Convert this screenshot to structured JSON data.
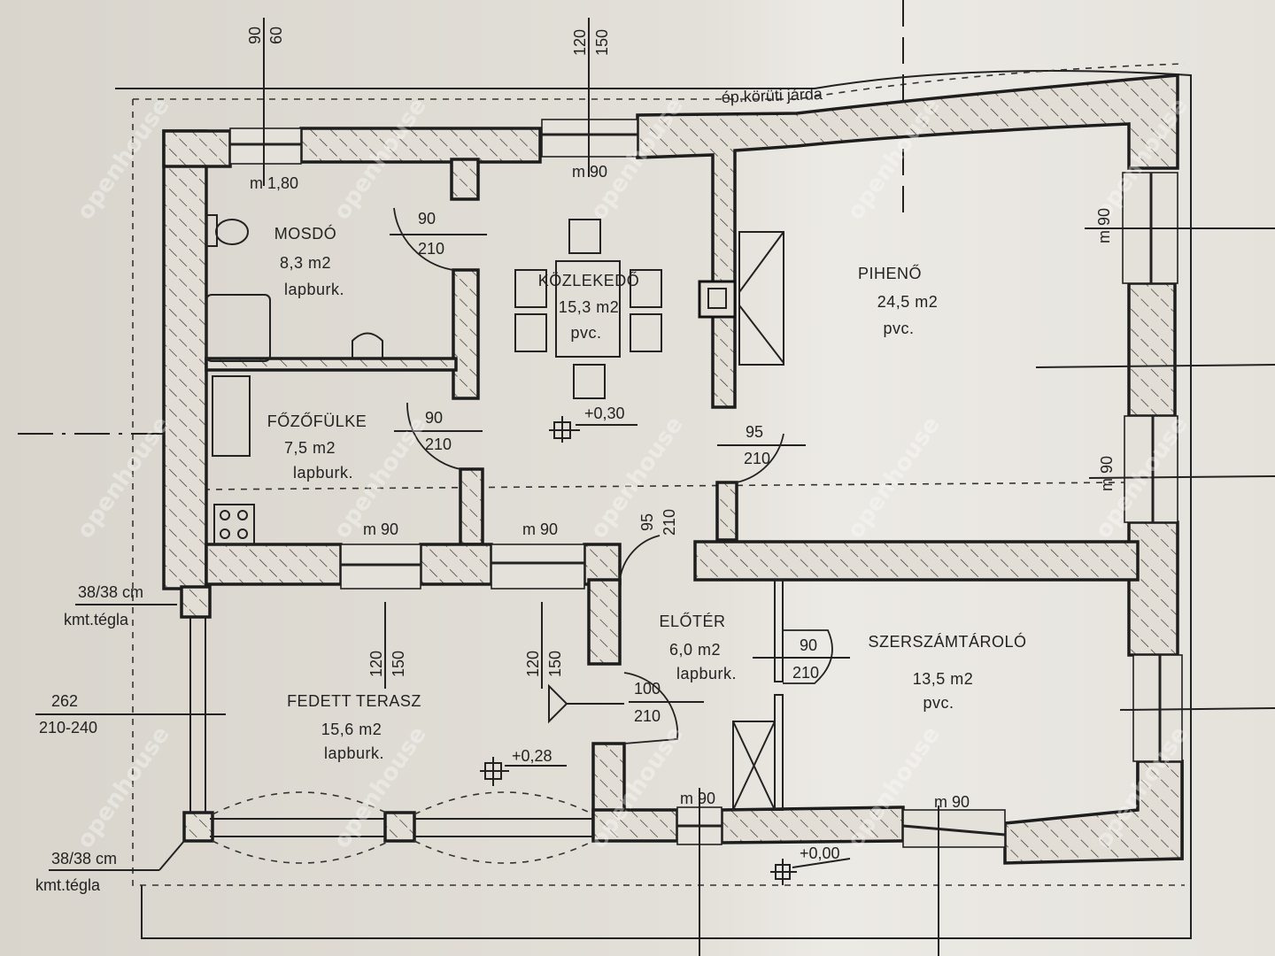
{
  "rooms": [
    {
      "name": "MOSDÓ",
      "area": "8,3 m2",
      "floor": "lapburk."
    },
    {
      "name": "KÖZLEKEDŐ",
      "area": "15,3 m2",
      "floor": "pvc."
    },
    {
      "name": "PIHENŐ",
      "area": "24,5 m2",
      "floor": "pvc."
    },
    {
      "name": "FŐZŐFÜLKE",
      "area": "7,5 m2",
      "floor": "lapburk."
    },
    {
      "name": "ELŐTÉR",
      "area": "6,0 m2",
      "floor": "lapburk."
    },
    {
      "name": "SZERSZÁMTÁROLÓ",
      "area": "13,5 m2",
      "floor": "pvc."
    },
    {
      "name": "FEDETT TERASZ",
      "area": "15,6 m2",
      "floor": "lapburk."
    }
  ],
  "windows": {
    "top_left": {
      "width": "90",
      "height": "60",
      "label": "m 1,80"
    },
    "top_mid": {
      "width": "120",
      "height": "150",
      "label": "m 90"
    },
    "right_upper": "m 90",
    "right_lower": "m 90",
    "bottom_left": "m 90",
    "bottom_mid": "m 90",
    "entry": "m 90",
    "storage": "m 90",
    "terrace_a": {
      "width": "120",
      "height": "150"
    },
    "terrace_b": {
      "width": "120",
      "height": "150"
    }
  },
  "doors": [
    {
      "width": "90",
      "height": "210"
    },
    {
      "width": "90",
      "height": "210"
    },
    {
      "width": "95",
      "height": "210"
    },
    {
      "width": "95",
      "height": "210"
    },
    {
      "width": "100",
      "height": "210"
    },
    {
      "width": "90",
      "height": "210"
    }
  ],
  "elevations": [
    "+0,30",
    "+0,28",
    "+0,00"
  ],
  "notes": {
    "column_top": "38/38 cm",
    "column_top_material": "kmt.tégla",
    "opening_top": "262",
    "opening_bottom": "210-240",
    "column_bottom": "38/38 cm",
    "column_bottom_material": "kmt.tégla",
    "sidewalk": "ép.körüti járda"
  },
  "watermark": "openhouse"
}
